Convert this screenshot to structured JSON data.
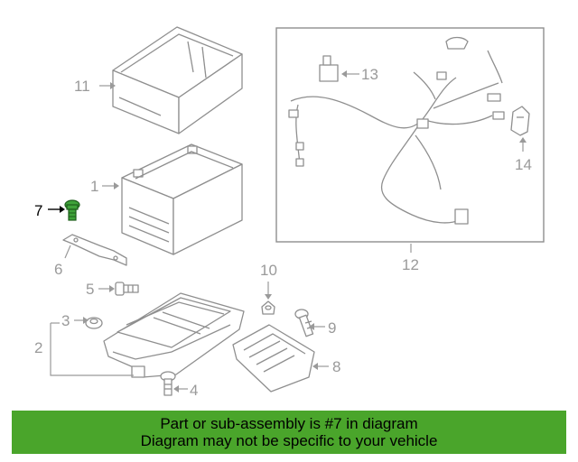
{
  "colors": {
    "banner_bg": "#4aa52b",
    "highlight_part": "#3fa23a",
    "highlight_label": "#000000",
    "part_label": "#9a9a9a",
    "part_stroke": "#8f8f8f"
  },
  "highlighted_callout": "7",
  "callouts": {
    "c1": "1",
    "c2": "2",
    "c3": "3",
    "c4": "4",
    "c5": "5",
    "c6": "6",
    "c7": "7",
    "c8": "8",
    "c9": "9",
    "c10": "10",
    "c11": "11",
    "c12": "12",
    "c13": "13",
    "c14": "14"
  },
  "banner": {
    "line1": "Part or sub-assembly is #7 in diagram",
    "line2": "Diagram may not be specific to your vehicle"
  }
}
